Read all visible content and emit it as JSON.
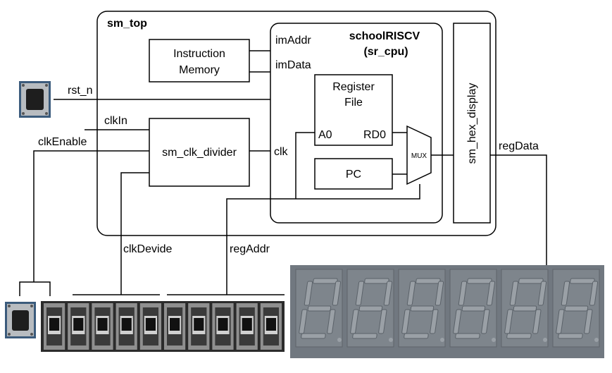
{
  "diagram": {
    "top_module": "sm_top",
    "cpu_name": "schoolRISCV",
    "cpu_instance": "(sr_cpu)",
    "instruction_memory": [
      "Instruction",
      "Memory"
    ],
    "register_file": [
      "Register",
      "File"
    ],
    "pc": "PC",
    "mux": "MUX",
    "clk_divider": "sm_clk_divider",
    "hex_display": "sm_hex_display",
    "ports": {
      "imAddr": "imAddr",
      "imData": "imData",
      "a0": "A0",
      "rd0": "RD0",
      "clk": "clk"
    },
    "signals": {
      "rst_n": "rst_n",
      "clkIn": "clkIn",
      "clkEnable": "clkEnable",
      "clkDevide": "clkDevide",
      "regAddr": "regAddr",
      "regData": "regData"
    }
  },
  "hardware": {
    "reset_button": "push-button",
    "enable_button": "push-button",
    "switch_count": 10,
    "seven_segment_digits": 6,
    "colors": {
      "display_panel": "#717880",
      "switch_body": "#2a2a2a",
      "button_cap": "#1e1e1e"
    }
  }
}
